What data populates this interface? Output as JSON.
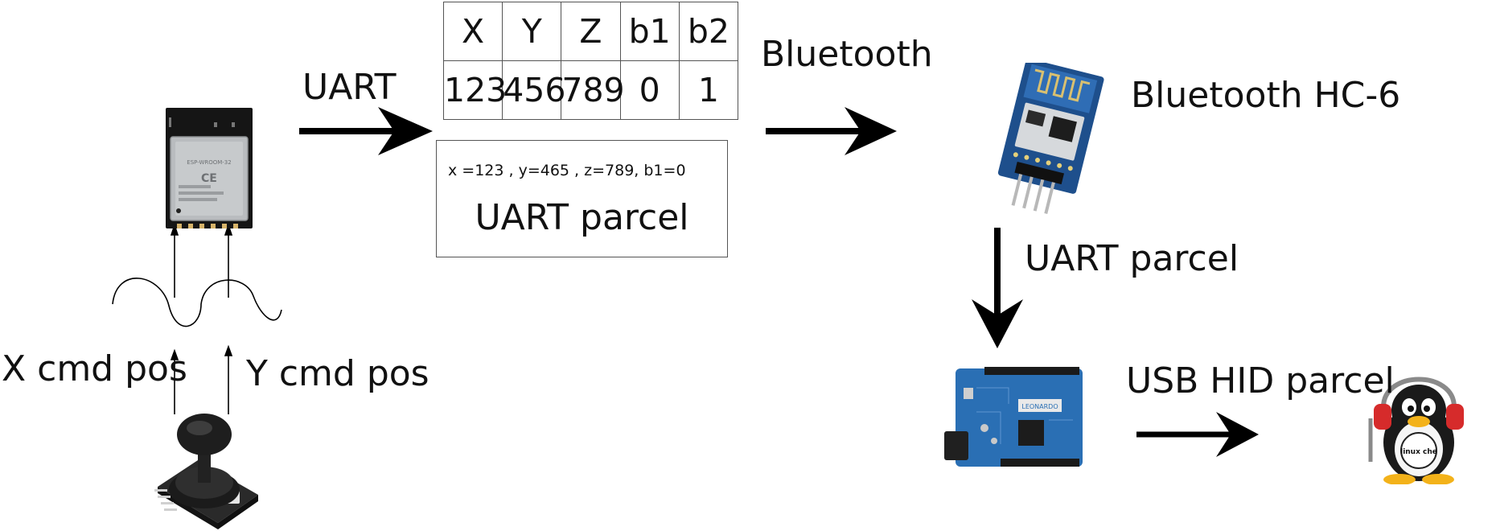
{
  "packet_table": {
    "headers": [
      "X",
      "Y",
      "Z",
      "b1",
      "b2"
    ],
    "values": [
      "123",
      "456",
      "789",
      "0",
      "1"
    ]
  },
  "parcel_box": {
    "sample": "x =123 , y=465 , z=789, b1=0",
    "title": "UART parcel"
  },
  "labels": {
    "uart": "UART",
    "bluetooth": "Bluetooth",
    "bluetooth_module": "Bluetooth HC-6",
    "uart_parcel": "UART parcel",
    "usb_hid_parcel": "USB HID parcel",
    "x_cmd": "X cmd pos",
    "y_cmd": "Y cmd pos"
  },
  "module_text": {
    "esp_chip": "ESP-WROOM-32",
    "leonardo": "LEONARDO",
    "tux_badge": "linux che"
  },
  "colors": {
    "arrow": "#000000",
    "esp_shield": "#b9bcbf",
    "board_blue": "#2a6fb4",
    "joystick": "#1e1e1e"
  },
  "icons": [
    "esp32-module-icon",
    "joystick-module-icon",
    "hc06-bluetooth-module-icon",
    "arduino-leonardo-board-icon",
    "tux-penguin-headphones-icon"
  ]
}
